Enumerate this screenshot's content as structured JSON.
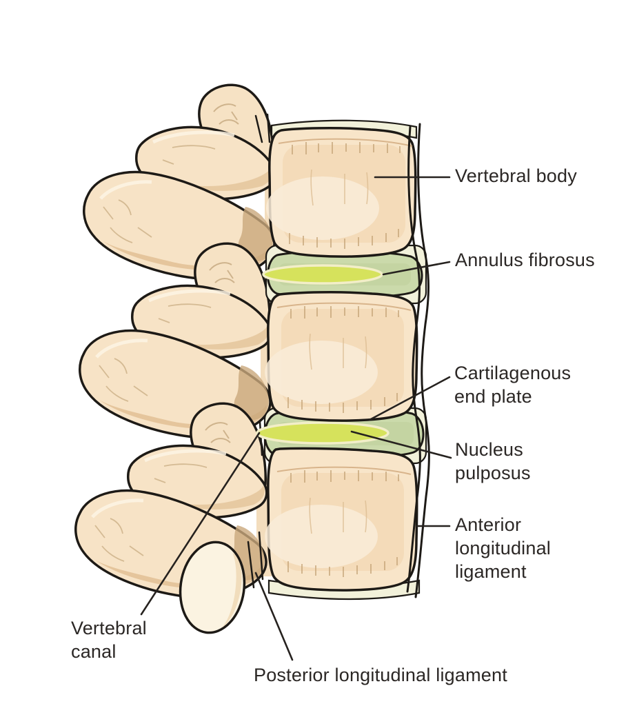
{
  "figure": {
    "type": "anatomical-diagram",
    "subject": "Lateral view of three vertebrae with intervertebral discs and spinal ligaments",
    "background": "#ffffff",
    "structure_counts": {
      "vertebrae": 3,
      "intervertebral_discs": 2
    }
  },
  "colors": {
    "outline": "#1d1a16",
    "leader_line": "#26221f",
    "text": "#2b2725",
    "bone_base": "#f8e5c9",
    "bone_wash": "#f0d4ac",
    "bone_light": "#f9ecd8",
    "bone_shade": "#e2c39a",
    "bone_deep_shade": "#c9a87c",
    "disc_annulus": "#cbdaab",
    "disc_annulus_shade": "#bfd09c",
    "nucleus": "#d6e25c",
    "nucleus_rim": "#f2eec8",
    "end_plate_band": "#f2f1da"
  },
  "labels": {
    "vertebral_body": "Vertebral body",
    "annulus_fibrosus": "Annulus fibrosus",
    "cartilagenous_end_plate": "Cartilagenous\nend plate",
    "nucleus_pulposus": "Nucleus\npulposus",
    "anterior_longitudinal_ligament": "Anterior\nlongitudinal\nligament",
    "vertebral_canal": "Vertebral\ncanal",
    "posterior_longitudinal_ligament": "Posterior longitudinal ligament"
  }
}
